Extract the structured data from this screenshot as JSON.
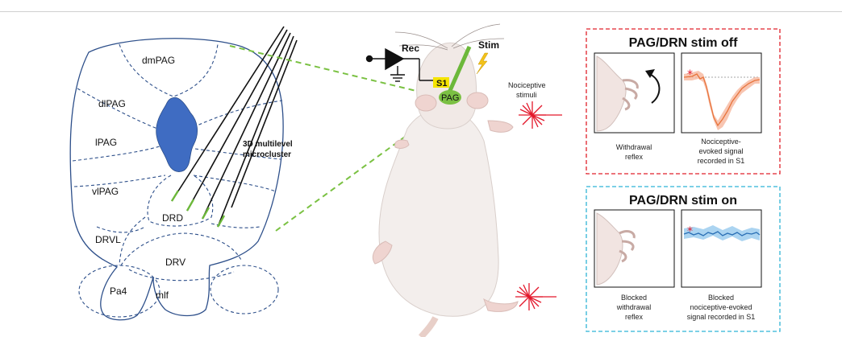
{
  "brain": {
    "regions": [
      "dmPAG",
      "dlPAG",
      "lPAG",
      "vlPAG",
      "DRD",
      "DRVL",
      "DRV",
      "Pa4",
      "mlf"
    ],
    "probe_label_line1": "3D multilevel",
    "probe_label_line2": "microcluster"
  },
  "rat": {
    "rec_label": "Rec",
    "stim_label": "Stim",
    "s1_label": "S1",
    "pag_label": "PAG",
    "nociceptive_line1": "Nociceptive",
    "nociceptive_line2": "stimuli"
  },
  "panels": {
    "off": {
      "title": "PAG/DRN stim off",
      "left_caption_line1": "Withdrawal",
      "left_caption_line2": "reflex",
      "right_caption_line1": "Nociceptive-",
      "right_caption_line2": "evoked signal",
      "right_caption_line3": "recorded in S1",
      "border_color": "#e0202a",
      "trace_color": "#e8743c"
    },
    "on": {
      "title": "PAG/DRN stim on",
      "left_caption_line1": "Blocked",
      "left_caption_line2": "withdrawal",
      "left_caption_line3": "reflex",
      "right_caption_line1": "Blocked",
      "right_caption_line2": "nociceptive-evoked",
      "right_caption_line3": "signal recorded in S1",
      "border_color": "#2fb3d6",
      "trace_color": "#2a6fb5"
    }
  },
  "colors": {
    "outline": "#2d4f8a",
    "dashed_link": "#7ac142",
    "aqueduct": "#3f6cc2",
    "laser": "#e3182b"
  }
}
